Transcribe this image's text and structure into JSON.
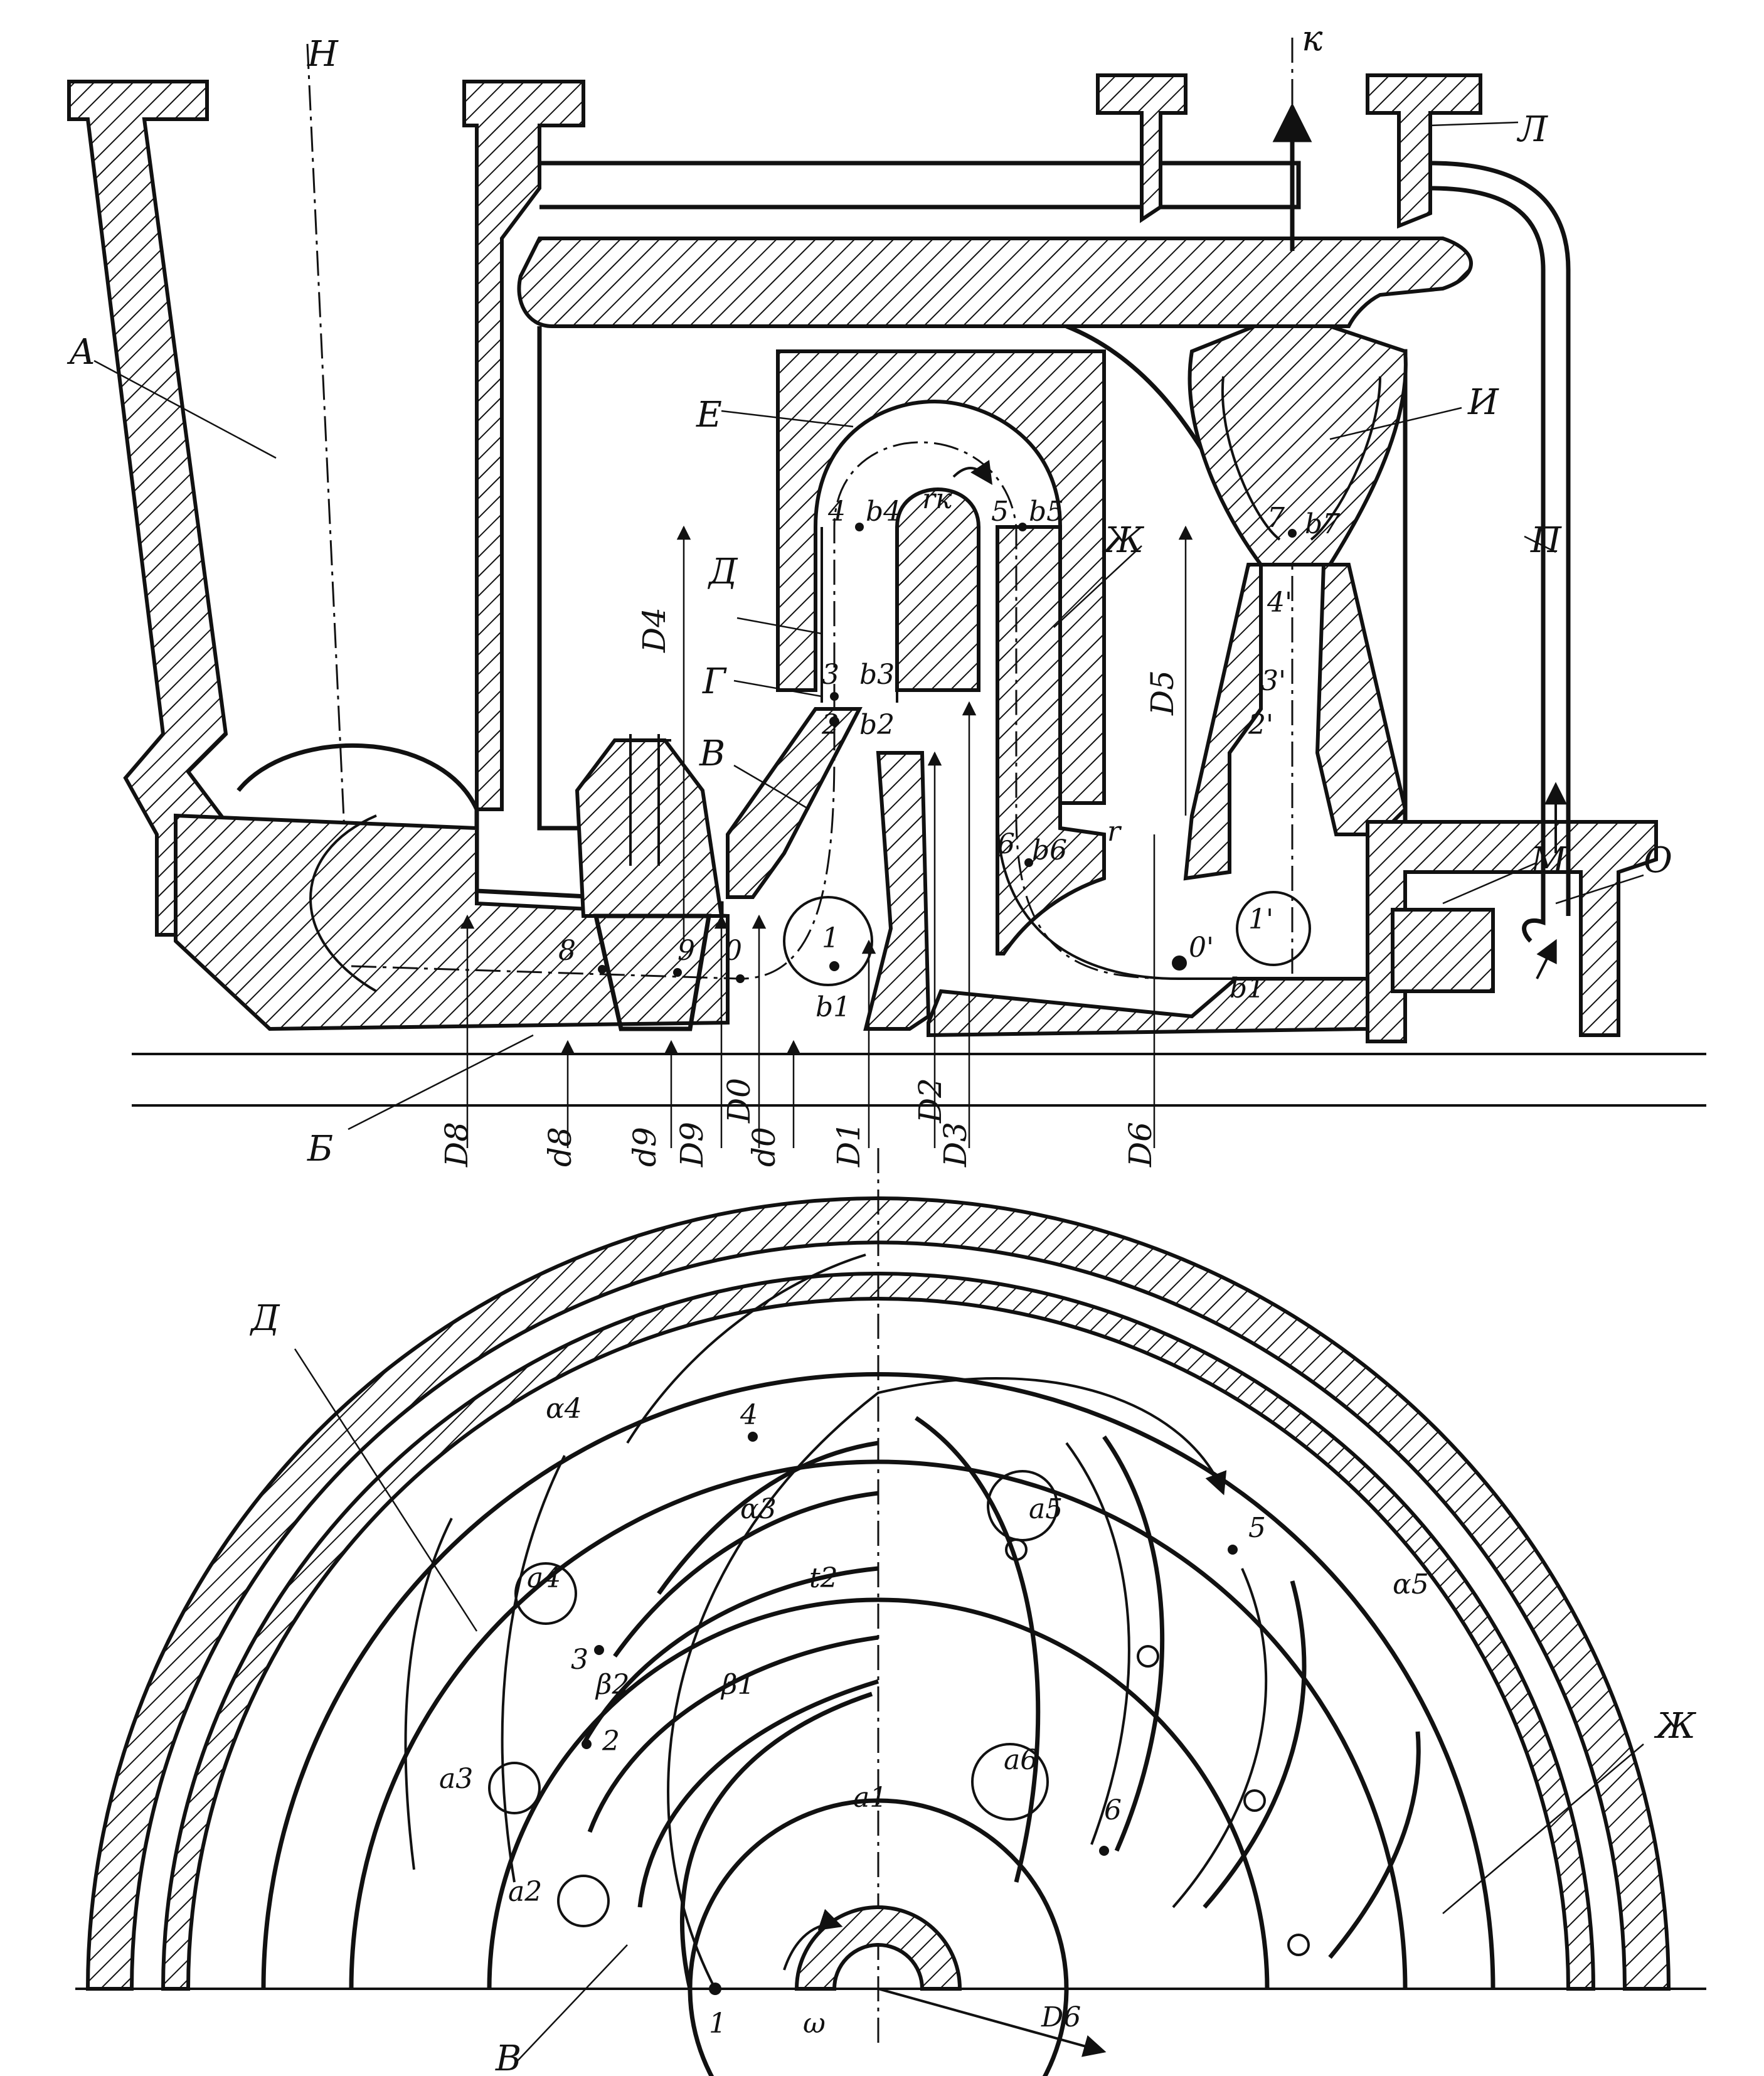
{
  "labels": {
    "A": "А",
    "H": "Н",
    "K": "к",
    "L": "Л",
    "E": "Е",
    "I": "И",
    "P": "П",
    "D": "Д",
    "Zh": "Ж",
    "G": "Г",
    "V": "В",
    "M": "М",
    "O": "О",
    "B": "Б"
  },
  "stations": {
    "s0": "0",
    "s0p": "0'",
    "s1": "1",
    "s1p": "1'",
    "s2": "2",
    "s2p": "2'",
    "s3": "3",
    "s3p": "3'",
    "s4": "4",
    "s4p": "4'",
    "s5": "5",
    "s6": "6",
    "s7": "7",
    "s8": "8",
    "s9": "9",
    "b1": "b1",
    "b2": "b2",
    "b3": "b3",
    "b4": "b4",
    "b5": "b5",
    "b6": "b6",
    "b7": "b7",
    "r_top": "rк",
    "r_bottom": "r"
  },
  "dims": {
    "D0": "D0",
    "D1": "D1",
    "D2": "D2",
    "D3": "D3",
    "D4": "D4",
    "D5": "D5",
    "D6": "D6",
    "D8": "D8",
    "D9": "D9",
    "d0": "d0",
    "d8": "d8",
    "d9": "d9"
  },
  "plan": {
    "alpha3": "α3",
    "alpha4": "α4",
    "alpha5": "α5",
    "a1": "a1",
    "a2": "a2",
    "a3": "a3",
    "a4": "a4",
    "a5": "a5",
    "a6": "a6",
    "t2": "t2",
    "beta1": "β1",
    "beta2": "β2",
    "omega": "ω"
  }
}
